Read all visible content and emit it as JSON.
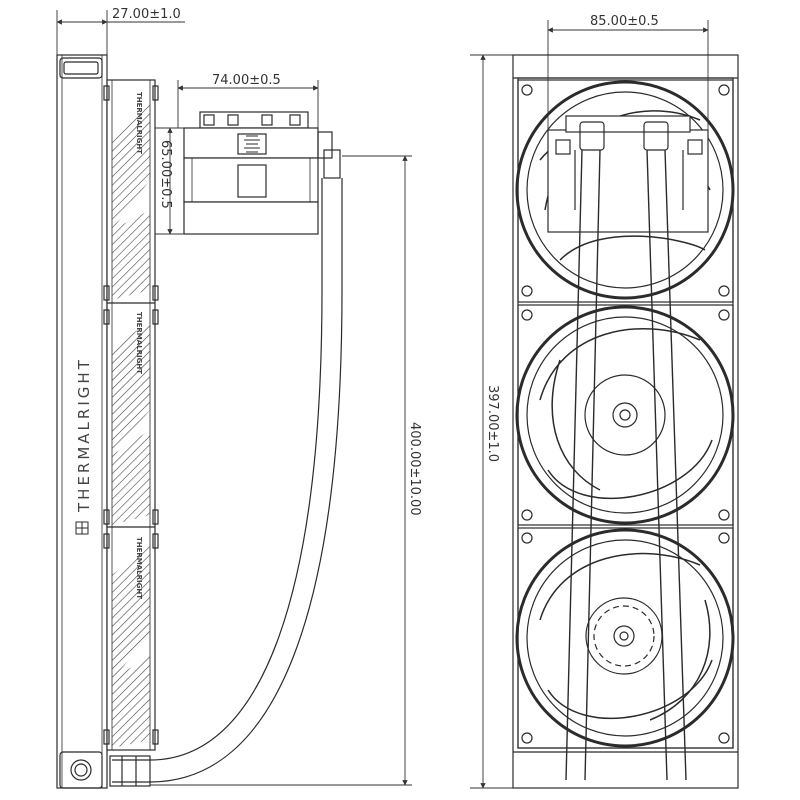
{
  "brand": {
    "name": "THERMALRIGHT"
  },
  "dimensions": {
    "radiator_thickness": "27.00±1.0",
    "pump_width": "74.00±0.5",
    "pump_height": "65.00±0.5",
    "tube_length": "400.00±10.00",
    "radiator_width": "85.00±0.5",
    "radiator_length": "397.00±1.0"
  },
  "colors": {
    "line": "#2b2b2b",
    "fill": "#ffffff",
    "shade": "#d9d9d9"
  }
}
